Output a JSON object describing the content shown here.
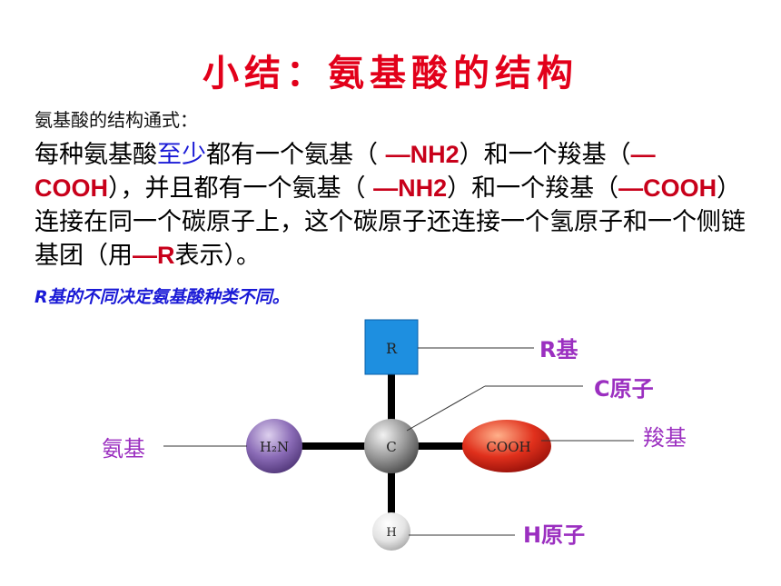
{
  "title": "小结：氨基酸的结构",
  "subheading": "氨基酸的结构通式：",
  "paragraph": {
    "p1": "每种氨基酸",
    "p2": "至少",
    "p3": "都有一个氨基（ ",
    "p4": "—NH2",
    "p5": "）和一个羧基（",
    "p6": "—COOH",
    "p7": "），并且都有一个氨基（ ",
    "p8": "—NH2",
    "p9": "）和一个羧基（",
    "p10": "—COOH",
    "p11": "）连接在同一个碳原子上，这个碳原子还连接一个氢原子和一个侧链基团（用",
    "p12": "—R",
    "p13": "表示）。"
  },
  "note": "R基的不同决定氨基酸种类不同。",
  "diagram": {
    "atoms": {
      "r": "R",
      "c": "C",
      "amino": "H₂N",
      "carboxyl": "COOH",
      "h": "H"
    },
    "labels": {
      "r_group": "R基",
      "c_atom": "C原子",
      "amino_group": "氨基",
      "carboxyl_group": "羧基",
      "h_atom": "H原子"
    },
    "colors": {
      "r_box": "#1e8fe0",
      "c_atom": "#8a8a8a",
      "amino": "#7b5aa6",
      "carboxyl": "#d8281e",
      "h_atom": "#e6e6e6",
      "label": "#9b2fc0"
    }
  }
}
